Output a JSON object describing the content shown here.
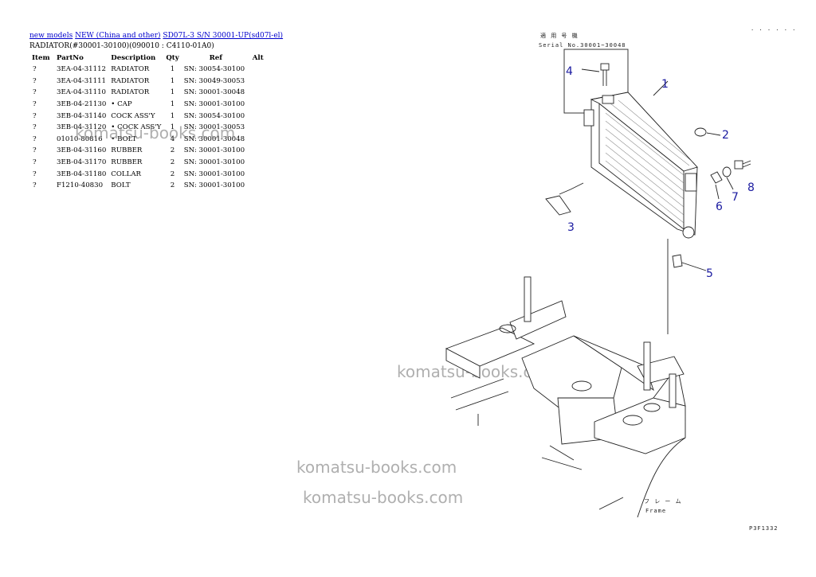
{
  "breadcrumb": {
    "links": [
      "new models",
      "NEW (China and other)",
      "SD07L-3 S/N 30001-UP(sd07l-el)"
    ]
  },
  "page_title": "RADIATOR(#30001-30100)(090010 : C4110-01A0)",
  "table": {
    "headers": [
      "Item",
      "PartNo",
      "Description",
      "Qty",
      "Ref",
      "Alt"
    ],
    "rows": [
      [
        "?",
        "3EA-04-31112",
        "RADIATOR",
        "1",
        "SN: 30054-30100",
        ""
      ],
      [
        "?",
        "3EA-04-31111",
        "RADIATOR",
        "1",
        "SN: 30049-30053",
        ""
      ],
      [
        "?",
        "3EA-04-31110",
        "RADIATOR",
        "1",
        "SN: 30001-30048",
        ""
      ],
      [
        "?",
        "3EB-04-21130",
        "• CAP",
        "1",
        "SN: 30001-30100",
        ""
      ],
      [
        "?",
        "3EB-04-31140",
        "COCK ASS'Y",
        "1",
        "SN: 30054-30100",
        ""
      ],
      [
        "?",
        "3EB-04-31120",
        "• COCK ASS'Y",
        "1",
        "SN: 30001-30053",
        ""
      ],
      [
        "?",
        "01010-80816",
        "• BOLT",
        "4",
        "SN: 30001-30048",
        ""
      ],
      [
        "?",
        "3EB-04-31160",
        "RUBBER",
        "2",
        "SN: 30001-30100",
        ""
      ],
      [
        "?",
        "3EB-04-31170",
        "RUBBER",
        "2",
        "SN: 30001-30100",
        ""
      ],
      [
        "?",
        "3EB-04-31180",
        "COLLAR",
        "2",
        "SN: 30001-30100",
        ""
      ],
      [
        "?",
        "F1210-40830",
        "BOLT",
        "2",
        "SN: 30001-30100",
        ""
      ]
    ]
  },
  "watermarks": [
    "komatsu-books.com",
    "komatsu-books.com",
    "komatsu-books.com",
    "komatsu-books.com"
  ],
  "diagram": {
    "header_jp": "適 用 号 機",
    "serial_text": "Serial No.30001~30048",
    "callouts": [
      "1",
      "2",
      "3",
      "4",
      "5",
      "6",
      "7",
      "8"
    ],
    "frame_jp": "フ レ ー ム",
    "frame_en": "Frame",
    "drawing_code": "P3F1332",
    "corner_mark": "· · · · · ·"
  }
}
